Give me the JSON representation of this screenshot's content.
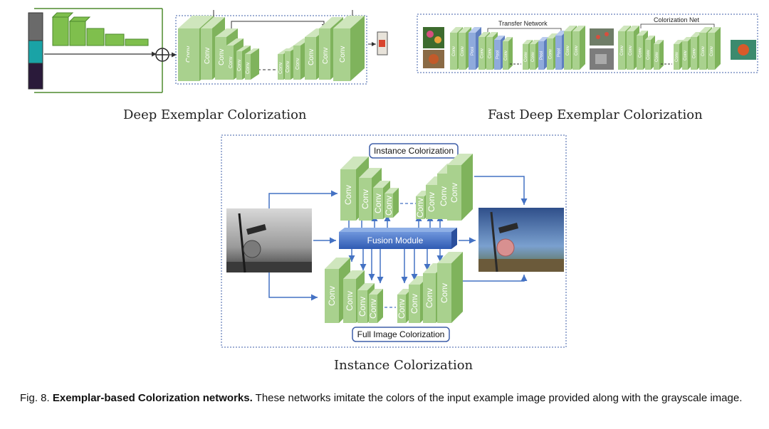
{
  "panels": {
    "deep_exemplar": {
      "caption": "Deep Exemplar Colorization"
    },
    "fast_deep_exemplar": {
      "caption": "Fast Deep Exemplar Colorization",
      "transfer_label": "Transfer Network",
      "colorization_label": "Colorization Net"
    },
    "instance": {
      "caption": "Instance Colorization",
      "top_box": "Instance Colorization",
      "bottom_box": "Full Image Colorization",
      "fusion": "Fusion Module"
    }
  },
  "labels": {
    "conv": "Conv",
    "pool": "Pool"
  },
  "figure_caption": {
    "number": "Fig. 8.",
    "bold": "Exemplar-based Colorization networks.",
    "text": "These networks imitate the colors of the input example image provided along with the grayscale image."
  },
  "colors": {
    "conv_face": "#a9d18e",
    "conv_side": "#7fb35c",
    "pool_face": "#8faadc",
    "arrow": "#4472c4",
    "fusion": "#4a76c8",
    "dotted_border": "#3f5fa8"
  }
}
